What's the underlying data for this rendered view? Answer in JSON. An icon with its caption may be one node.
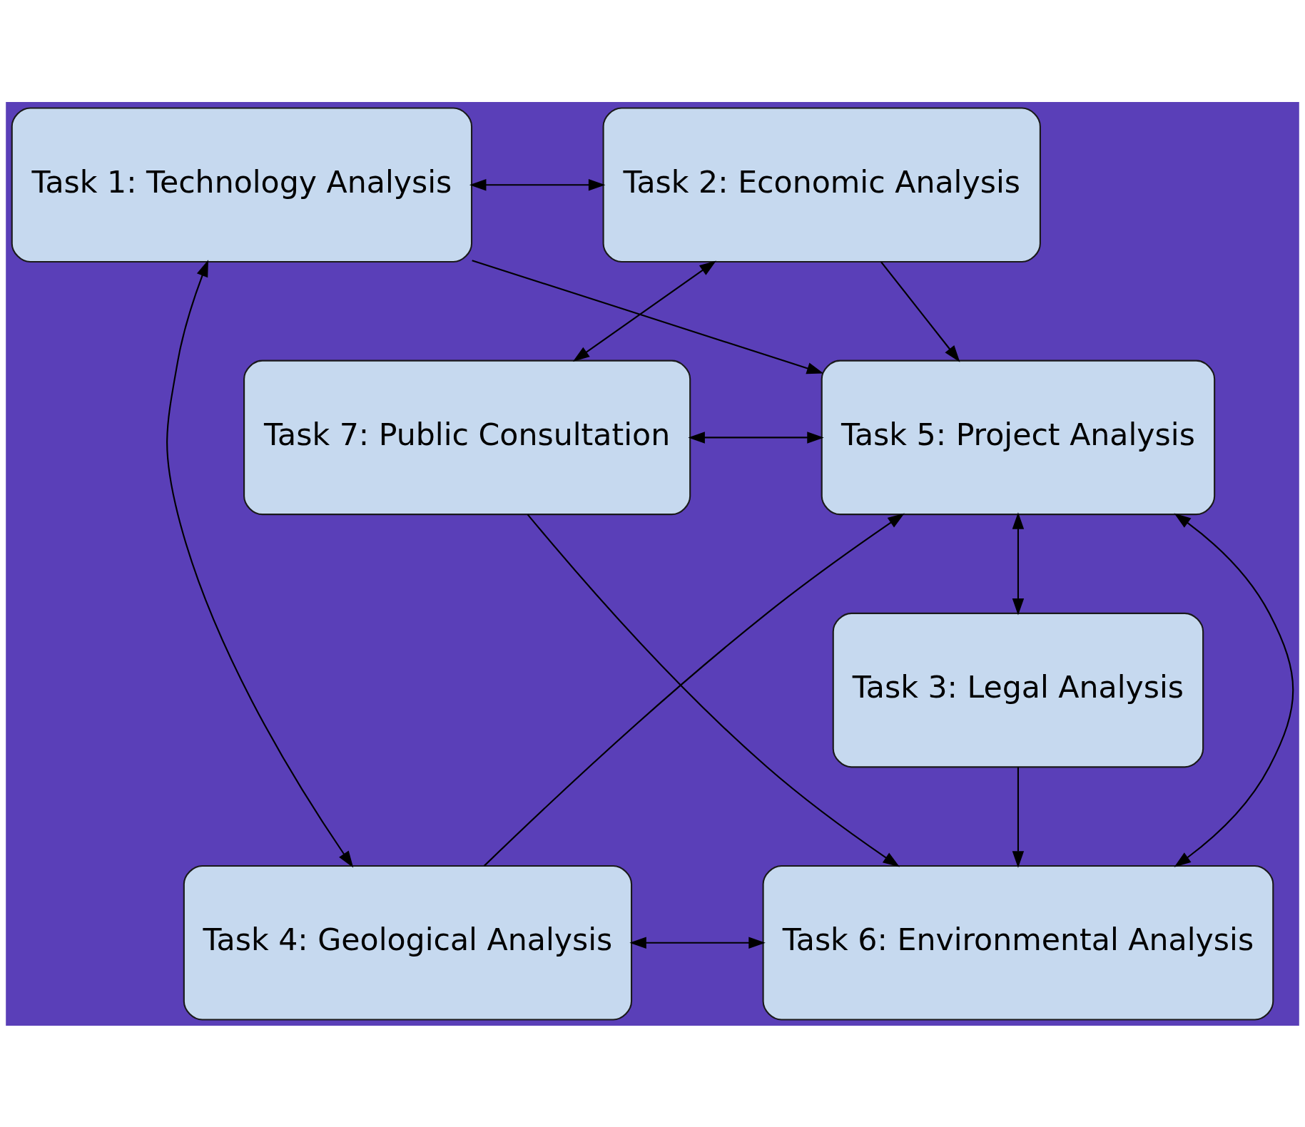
{
  "diagram": {
    "nodes": [
      {
        "text": [
          "Task 1: Technology Analysis"
        ]
      },
      {
        "text": [
          "Task 2: Economic Analysis"
        ]
      },
      {
        "text": [
          "Task 5: Project Analysis"
        ]
      },
      {
        "text": [
          "Task 7: Public Consultation"
        ]
      },
      {
        "text": [
          "Task 3: Legal Analysis"
        ]
      },
      {
        "text": [
          "Task 4: Geological Analysis"
        ]
      },
      {
        "text": [
          "Task 6: Environmental Analysis"
        ]
      }
    ],
    "edges": [
      {
        "from": 0,
        "to": 1,
        "arrow": "both"
      },
      {
        "from": 0,
        "to": 2,
        "arrow": "to"
      },
      {
        "from": 1,
        "to": 2,
        "arrow": "to"
      },
      {
        "from": 0,
        "to": 5,
        "arrow": "both"
      },
      {
        "from": 1,
        "to": 3,
        "arrow": "both"
      },
      {
        "from": 3,
        "to": 2,
        "arrow": "both"
      },
      {
        "from": 2,
        "to": 4,
        "arrow": "both"
      },
      {
        "from": 5,
        "to": 2,
        "arrow": "to"
      },
      {
        "from": 2,
        "to": 6,
        "arrow": "both"
      },
      {
        "from": 4,
        "to": 6,
        "arrow": "to"
      },
      {
        "from": 3,
        "to": 6,
        "arrow": "to"
      },
      {
        "from": 5,
        "to": 6,
        "arrow": "both"
      }
    ]
  }
}
